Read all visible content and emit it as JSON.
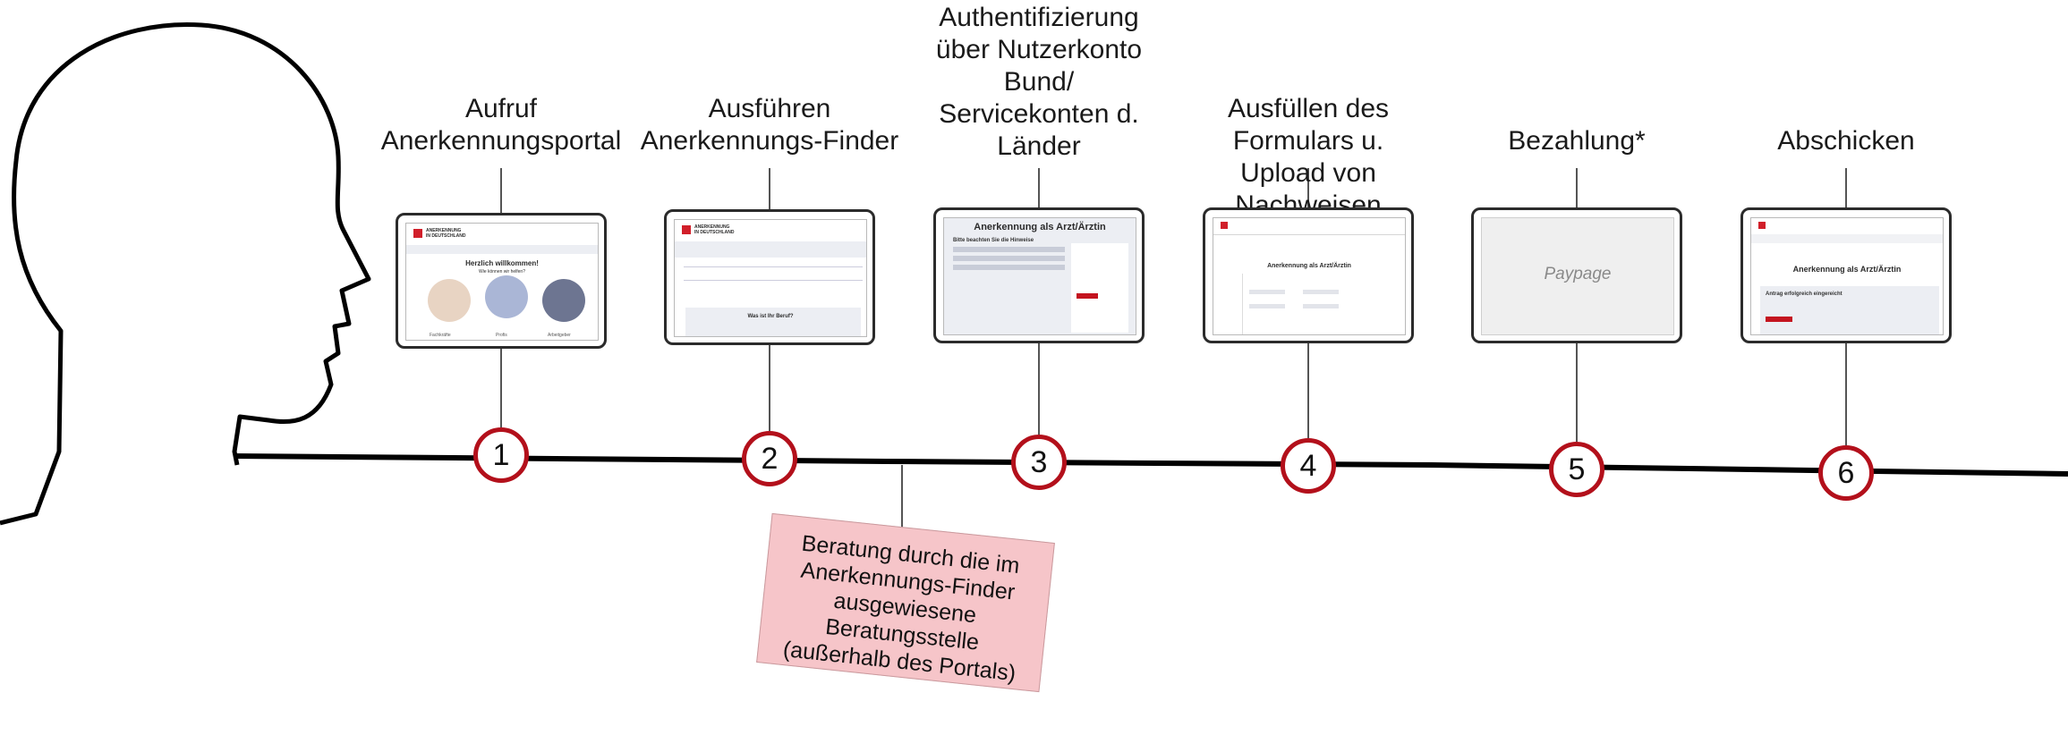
{
  "steps": [
    {
      "number": "1",
      "label": "Aufruf\nAnerkennungsportal",
      "screen": "portal"
    },
    {
      "number": "2",
      "label": "Ausführen\nAnerkennungs-Finder",
      "screen": "finder"
    },
    {
      "number": "3",
      "label": "Authentifizierung\nüber Nutzerkonto\nBund/\nServicekonten d.\nLänder",
      "screen": "auth"
    },
    {
      "number": "4",
      "label": "Ausfüllen des Formulars u.\nUpload von Nachweisen",
      "screen": "form"
    },
    {
      "number": "5",
      "label": "Bezahlung*",
      "screen": "paypage"
    },
    {
      "number": "6",
      "label": "Abschicken",
      "screen": "submit"
    }
  ],
  "screens": {
    "portal": {
      "welcome": "Herzlich willkommen!",
      "subtitle": "Wie können wir helfen?",
      "labels": [
        "Fachkräfte",
        "Profis",
        "Arbeitgeber"
      ]
    },
    "finder": {
      "question": "Was ist Ihr Beruf?"
    },
    "auth": {
      "title": "Anerkennung als Arzt/Ärztin",
      "hint": "Bitte beachten Sie die Hinweise"
    },
    "form": {
      "title": "Anerkennung als Arzt/Ärztin"
    },
    "paypage": {
      "text": "Paypage"
    },
    "submit": {
      "title": "Anerkennung als Arzt/Ärztin",
      "status": "Antrag erfolgreich eingereicht"
    }
  },
  "note": {
    "text": "Beratung durch die im\nAnerkennungs-Finder\nausgewiesene\nBeratungsstelle\n(außerhalb des Portals)"
  },
  "colors": {
    "circle_border": "#b3101b",
    "note_fill": "#f6c5c9",
    "line": "#000000"
  }
}
